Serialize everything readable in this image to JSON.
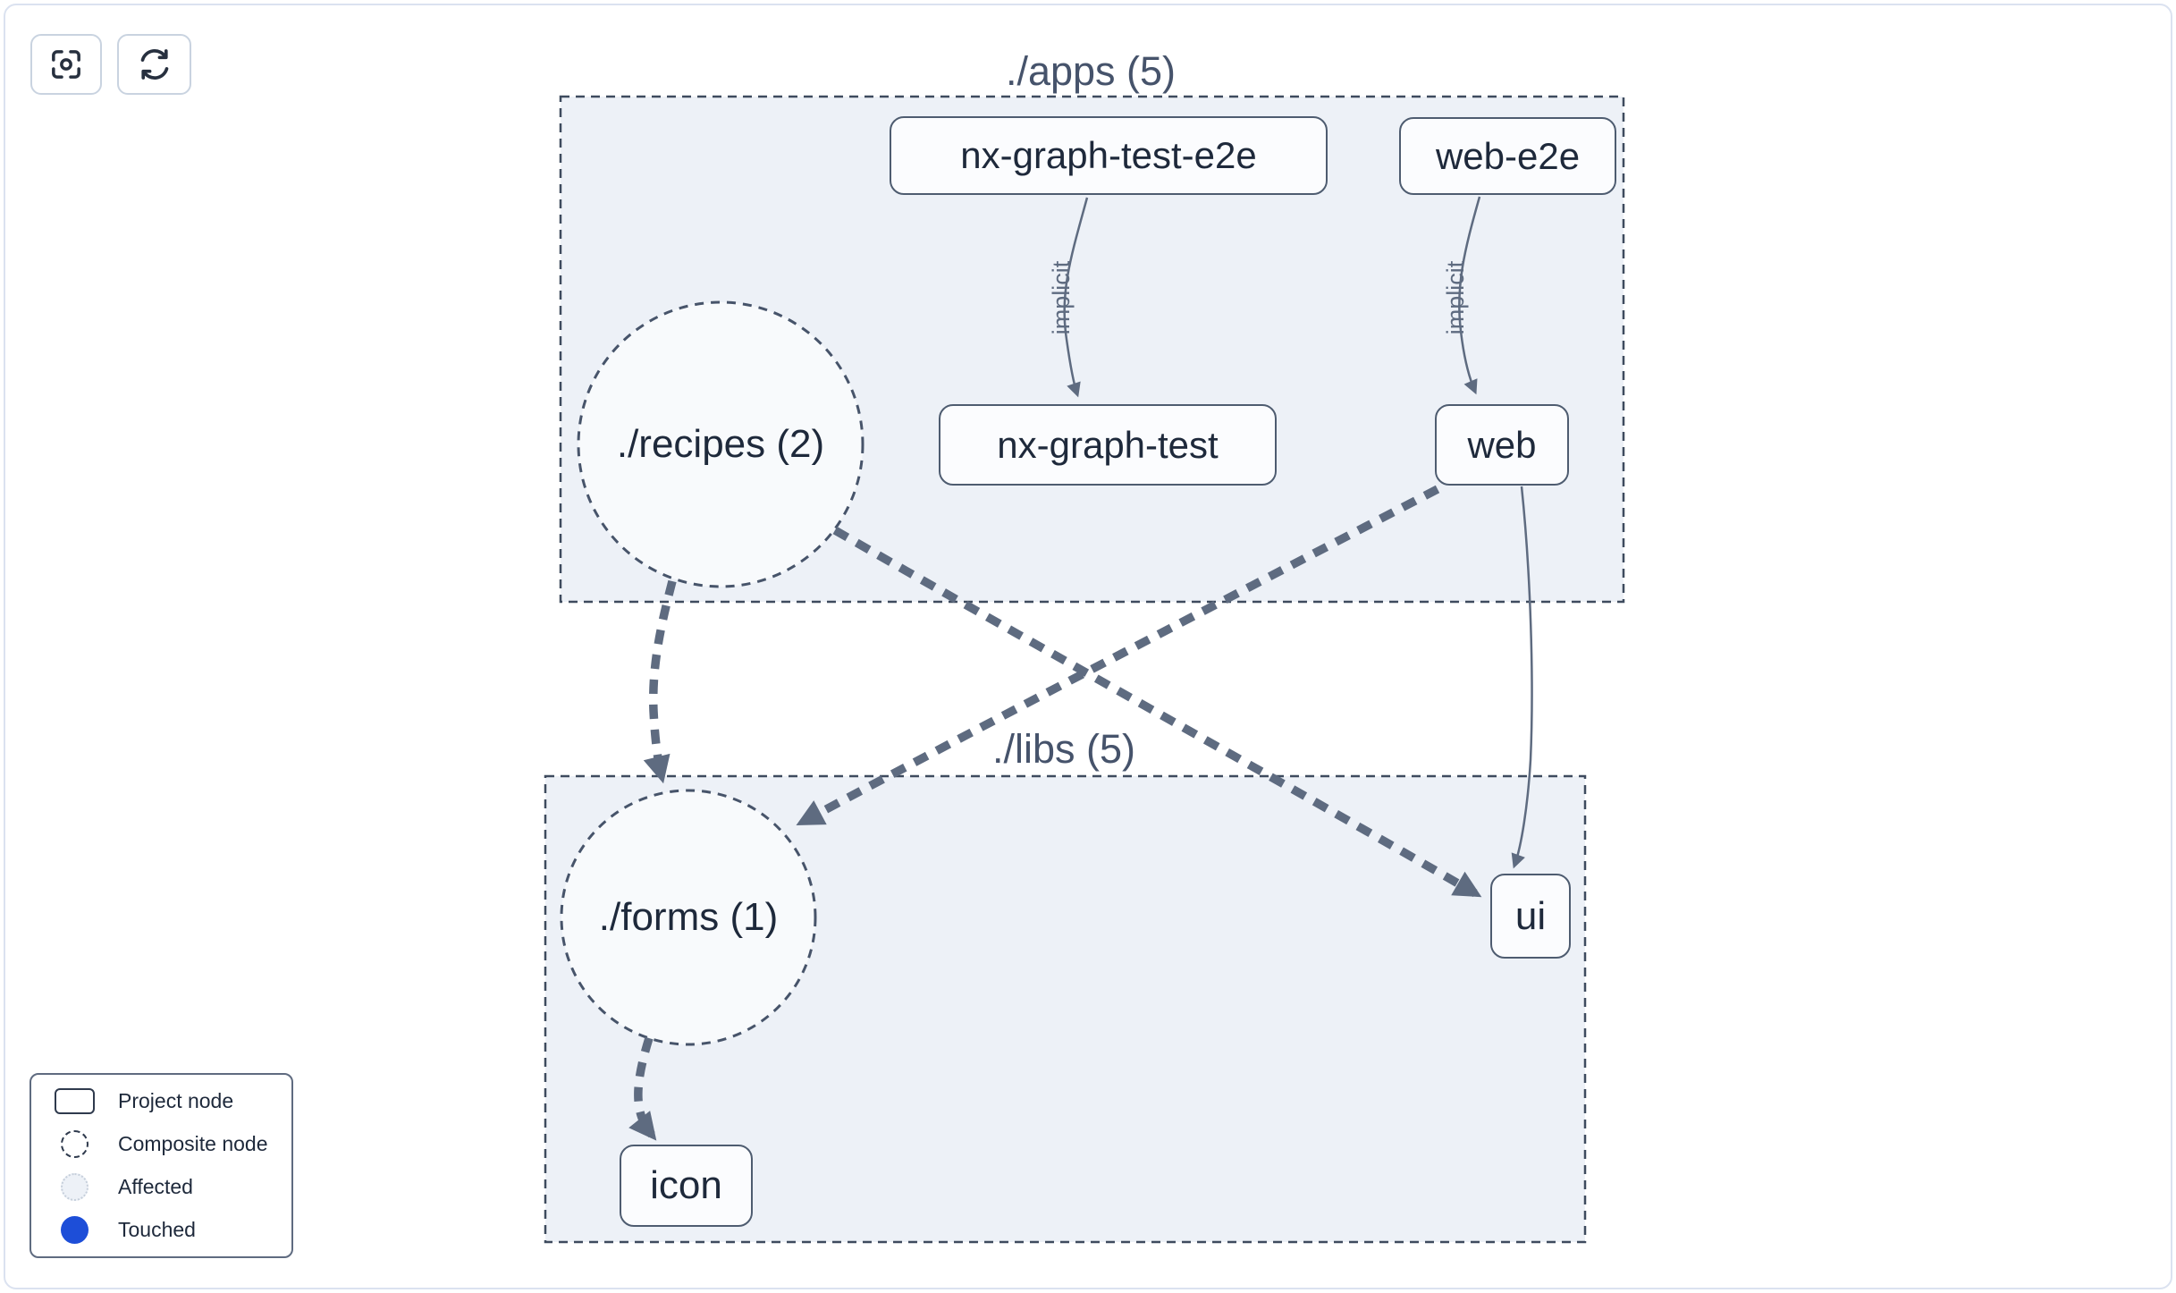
{
  "toolbar": {
    "focus_icon": "focus-crosshair",
    "refresh_icon": "refresh-arrows"
  },
  "groups": {
    "apps": "./apps (5)",
    "libs": "./libs (5)"
  },
  "nodes": {
    "nx_graph_test_e2e": "nx-graph-test-e2e",
    "web_e2e": "web-e2e",
    "nx_graph_test": "nx-graph-test",
    "web": "web",
    "ui": "ui",
    "icon": "icon"
  },
  "composites": {
    "recipes": "./recipes (2)",
    "forms": "./forms (1)"
  },
  "edge_labels": {
    "implicit_nx_graph_test": "implicit",
    "implicit_web": "implicit"
  },
  "legend": {
    "project": "Project node",
    "composite": "Composite node",
    "affected": "Affected",
    "touched": "Touched"
  },
  "colors": {
    "touched_blue": "#1d4ed8",
    "group_fill": "#edf1f7",
    "composite_fill": "#f8fafc",
    "edge": "#5e6b80",
    "node_border": "#4e5c70",
    "card_border": "#dbe2f0"
  }
}
